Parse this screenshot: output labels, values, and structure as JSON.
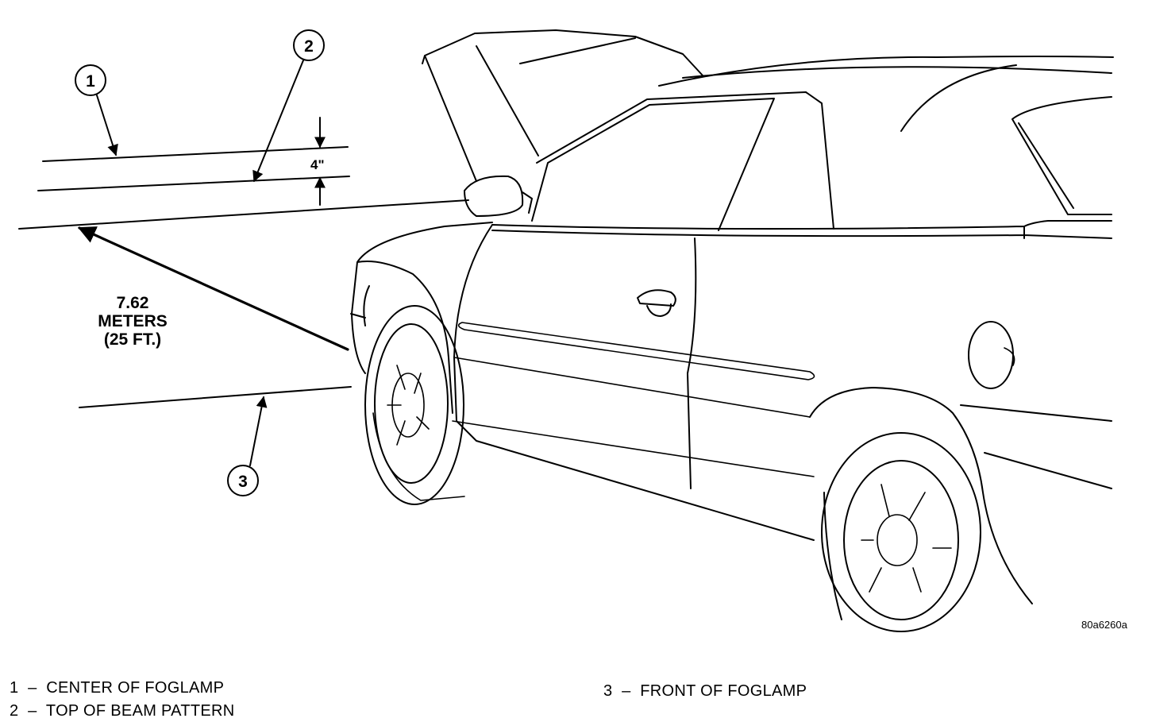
{
  "diagram": {
    "callouts": [
      "1",
      "2",
      "3"
    ],
    "dimension_label": "4\"",
    "distance_label": [
      "7.62",
      "METERS",
      "(25 FT.)"
    ],
    "figure_id": "80a6260a"
  },
  "legend": [
    {
      "number": "1",
      "text": "1  –  CENTER OF FOGLAMP"
    },
    {
      "number": "2",
      "text": "2  –  TOP OF BEAM PATTERN"
    },
    {
      "number": "3",
      "text": "3  –  FRONT OF FOGLAMP"
    }
  ]
}
